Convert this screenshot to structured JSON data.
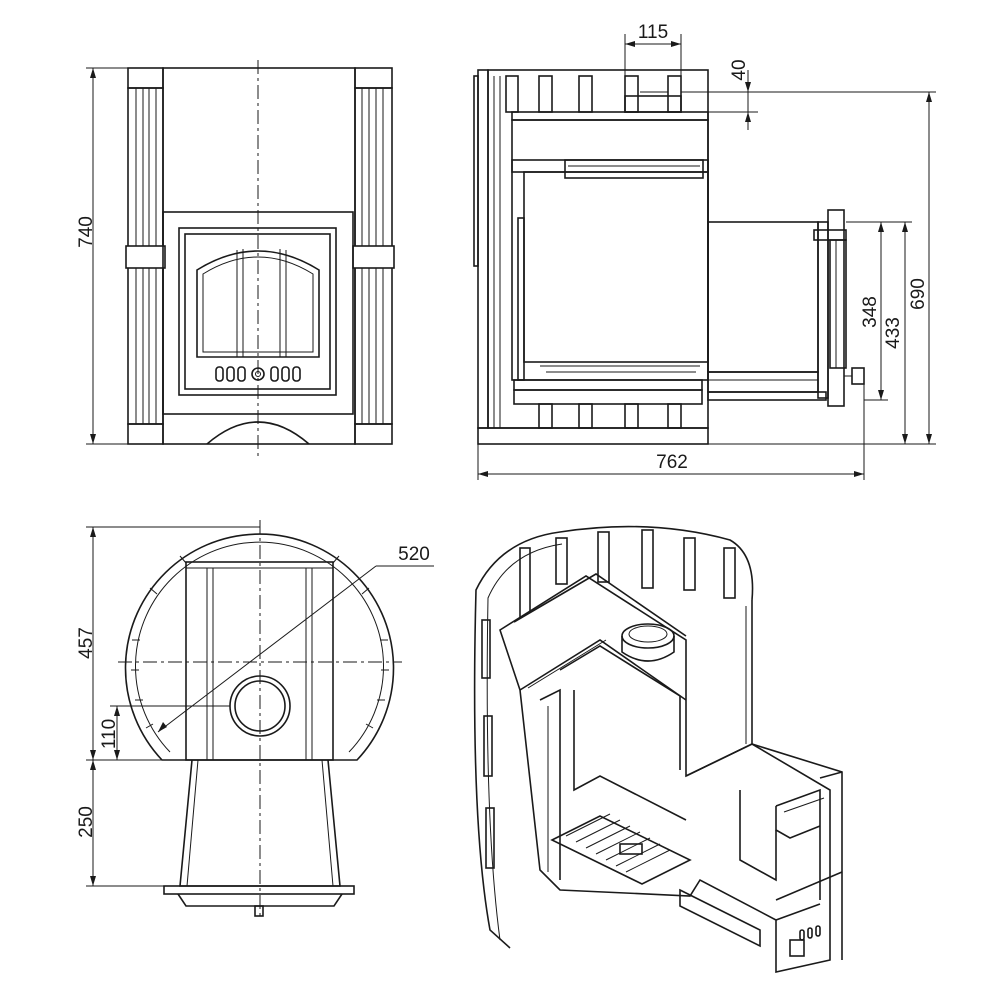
{
  "dimensions": {
    "front_height": "740",
    "slot_width": "115",
    "top_offset": "40",
    "tunnel_height": "348",
    "tunnel_total": "433",
    "side_height": "690",
    "total_length": "762",
    "diameter": "520",
    "plan_depth": "457",
    "flue_offset": "110",
    "tunnel_length": "250"
  },
  "colors": {
    "line": "#1a1a1a",
    "background": "#ffffff"
  },
  "views": [
    "front-view",
    "side-section-view",
    "top-plan-view",
    "isometric-cutaway-view"
  ]
}
